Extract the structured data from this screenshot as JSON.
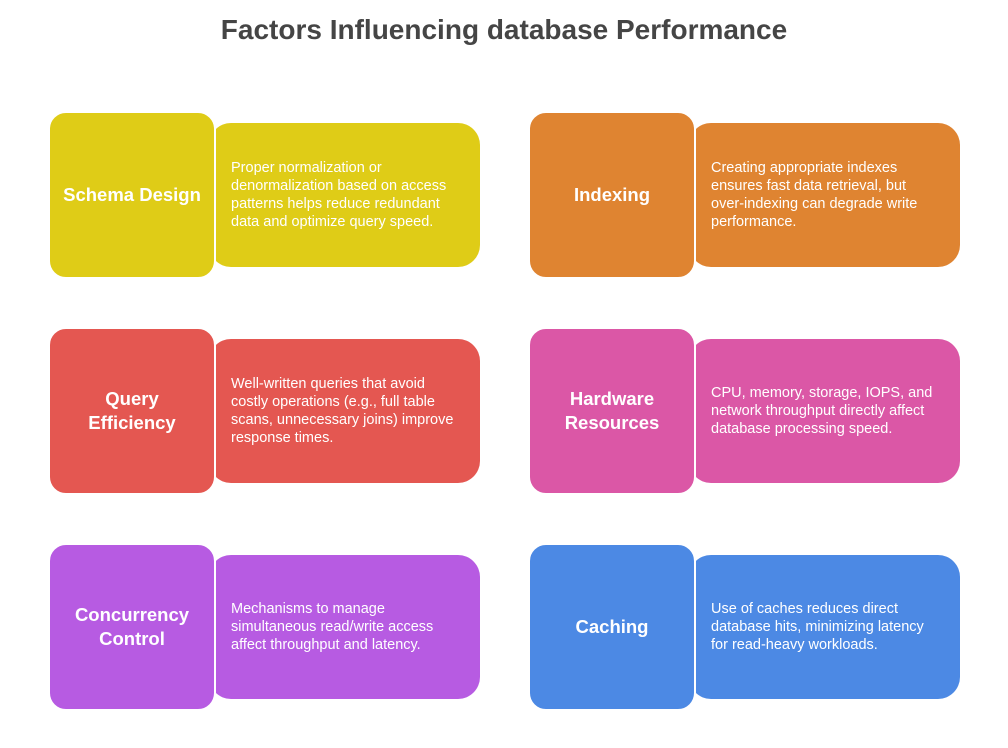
{
  "title": "Factors Influencing database Performance",
  "factors": [
    {
      "name": "Schema Design",
      "description": "Proper normalization or denormalization based on access patterns helps reduce redundant data and optimize query speed.",
      "color": "#DFCC17"
    },
    {
      "name": "Indexing",
      "description": "Creating appropriate indexes ensures fast data retrieval, but over-indexing can degrade write performance.",
      "color": "#DF8431"
    },
    {
      "name": "Query Efficiency",
      "description": "Well-written queries that avoid costly operations (e.g., full table scans, unnecessary joins) improve response times.",
      "color": "#E45751"
    },
    {
      "name": "Hardware Resources",
      "description": "CPU, memory, storage, IOPS, and network throughput directly affect database processing speed.",
      "color": "#DB57A6"
    },
    {
      "name": "Concurrency Control",
      "description": "Mechanisms to manage simultaneous read/write access affect throughput and latency.",
      "color": "#B75BE2"
    },
    {
      "name": "Caching",
      "description": "Use of caches reduces direct database hits, minimizing latency for read-heavy workloads.",
      "color": "#4C89E4"
    }
  ]
}
